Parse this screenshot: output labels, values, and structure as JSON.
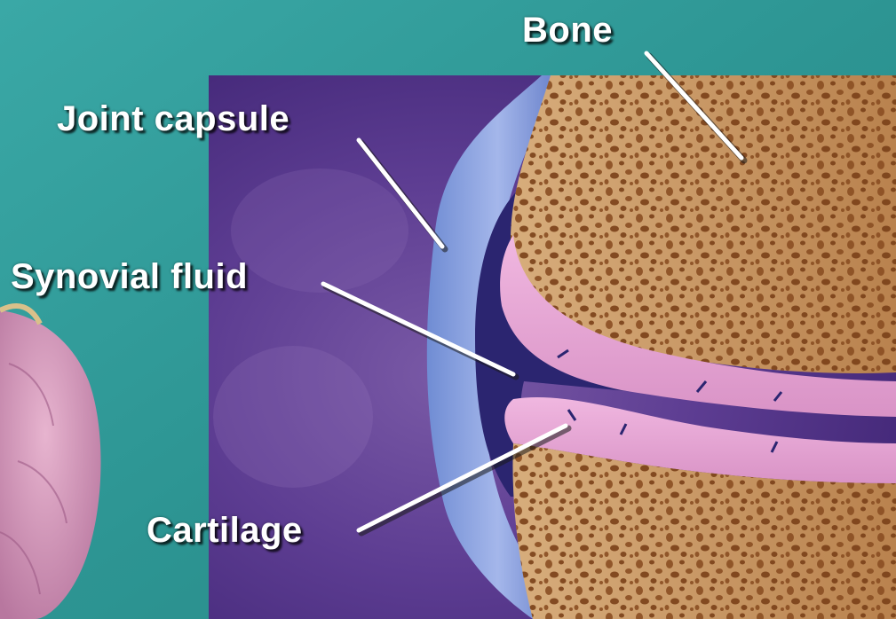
{
  "labels": {
    "bone": "Bone",
    "joint_capsule": "Joint capsule",
    "synovial_fluid": "Synovial fluid",
    "cartilage": "Cartilage"
  },
  "colors": {
    "background_teal": "#2f9a99",
    "panel_purple": "#4f2f82",
    "bone_tan": "#c99a66",
    "bone_pores": "#8a4e22",
    "cartilage_pink": "#e6a6d4",
    "synovial_fluid": "#2b2570",
    "capsule_blue": "#8aa6e2",
    "pointer_line": "#ffffff"
  }
}
